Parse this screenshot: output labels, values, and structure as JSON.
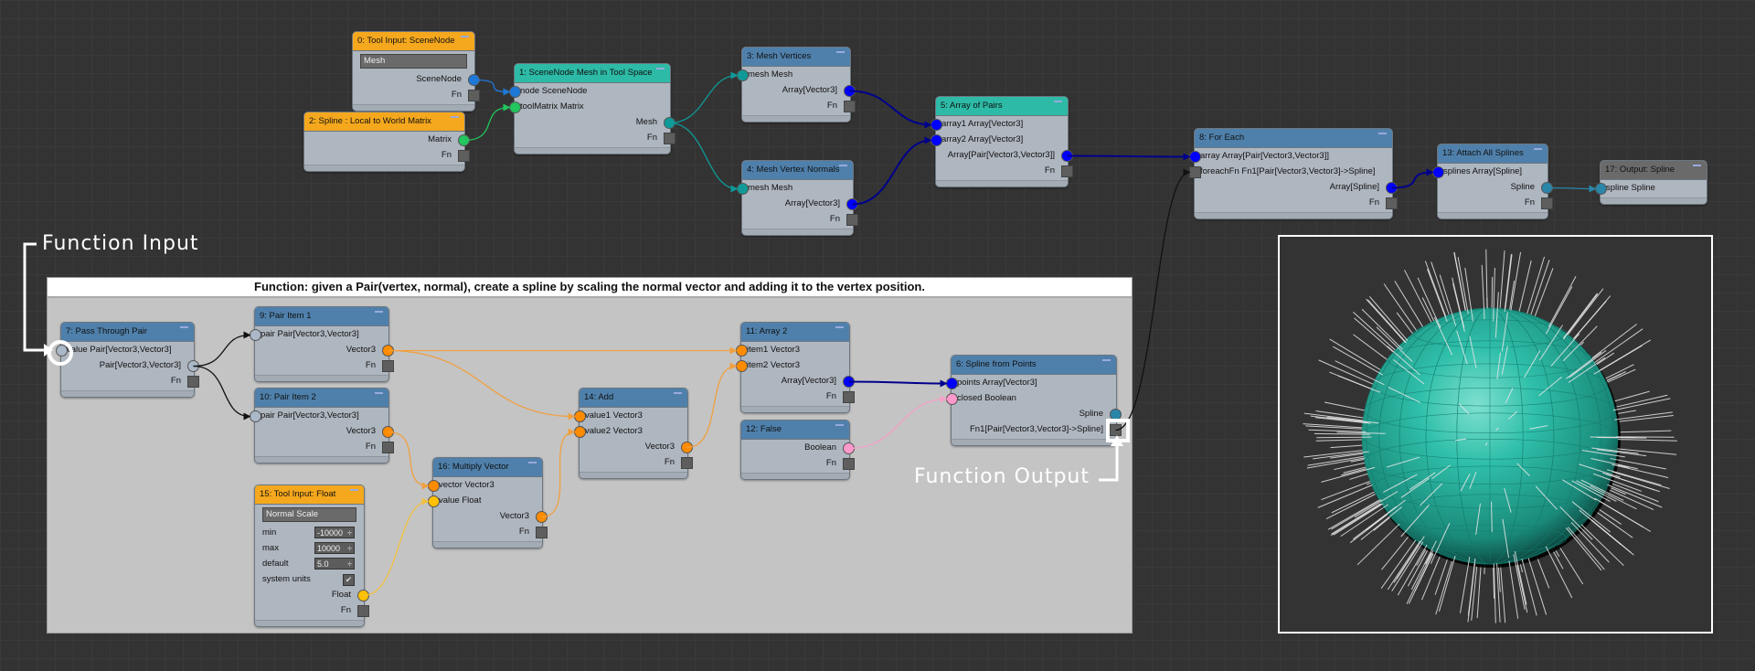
{
  "colors": {
    "canvas": "#333333",
    "header_blue": "#4f80ab",
    "header_teal": "#2dbaa6",
    "header_orange": "#f5a81d",
    "header_gray": "#6a6a6a",
    "port_scenenode": "#1e78d8",
    "port_matrix": "#22c55e",
    "port_mesh": "#0f9a98",
    "port_array": "#0000ff",
    "port_vector3": "#ff8c00",
    "port_float": "#ffc000",
    "port_boolean": "#ff99cc",
    "port_spline": "#2a86a8",
    "port_pair": "#aab8c8"
  },
  "annotations": {
    "function_input": "Function Input",
    "function_output": "Function Output"
  },
  "group": {
    "title": "Function: given a Pair(vertex, normal), create a spline by scaling the normal vector and adding it to the vertex position."
  },
  "nodes": {
    "n0": {
      "title": "0: Tool Input: SceneNode",
      "field": "Mesh",
      "out": "SceneNode",
      "fn": "Fn"
    },
    "n1": {
      "title": "1: SceneNode Mesh in Tool Space",
      "in1": "node SceneNode",
      "in2": "toolMatrix Matrix",
      "out": "Mesh",
      "fn": "Fn"
    },
    "n2": {
      "title": "2: Spline : Local to World Matrix",
      "out": "Matrix",
      "fn": "Fn"
    },
    "n3": {
      "title": "3: Mesh Vertices",
      "in1": "mesh Mesh",
      "out": "Array[Vector3]",
      "fn": "Fn"
    },
    "n4": {
      "title": "4: Mesh Vertex Normals",
      "in1": "mesh Mesh",
      "out": "Array[Vector3]",
      "fn": "Fn"
    },
    "n5": {
      "title": "5: Array of Pairs",
      "in1": "array1 Array[Vector3]",
      "in2": "array2 Array[Vector3]",
      "out": "Array[Pair[Vector3,Vector3]]",
      "fn": "Fn"
    },
    "n8": {
      "title": "8: For Each",
      "in1": "array Array[Pair[Vector3,Vector3]]",
      "in2": "foreachFn Fn1[Pair[Vector3,Vector3]->Spline]",
      "out": "Array[Spline]",
      "fn": "Fn"
    },
    "n13": {
      "title": "13: Attach All Splines",
      "in1": "splines Array[Spline]",
      "out": "Spline",
      "fn": "Fn"
    },
    "n17": {
      "title": "17: Output: Spline",
      "in1": "spline Spline"
    },
    "n7": {
      "title": "7: Pass Through Pair",
      "in1": "value Pair[Vector3,Vector3]",
      "out": "Pair[Vector3,Vector3]",
      "fn": "Fn"
    },
    "n9": {
      "title": "9: Pair Item 1",
      "in1": "pair Pair[Vector3,Vector3]",
      "out": "Vector3",
      "fn": "Fn"
    },
    "n10": {
      "title": "10: Pair Item 2",
      "in1": "pair Pair[Vector3,Vector3]",
      "out": "Vector3",
      "fn": "Fn"
    },
    "n14": {
      "title": "14: Add",
      "in1": "value1 Vector3",
      "in2": "value2 Vector3",
      "out": "Vector3",
      "fn": "Fn"
    },
    "n11": {
      "title": "11: Array 2",
      "in1": "item1 Vector3",
      "in2": "item2 Vector3",
      "out": "Array[Vector3]",
      "fn": "Fn"
    },
    "n12": {
      "title": "12: False",
      "out": "Boolean",
      "fn": "Fn"
    },
    "n6": {
      "title": "6: Spline from Points",
      "in1": "points Array[Vector3]",
      "in2": "closed Boolean",
      "out": "Spline",
      "fn": "Fn1[Pair[Vector3,Vector3]->Spline]"
    },
    "n16": {
      "title": "16: Multiply Vector",
      "in1": "vector Vector3",
      "in2": "value Float",
      "out": "Vector3",
      "fn": "Fn"
    },
    "n15": {
      "title": "15: Tool Input: Float",
      "field": "Normal Scale",
      "min_label": "min",
      "min_value": "-10000",
      "max_label": "max",
      "max_value": "10000",
      "default_label": "default",
      "default_value": "5.0",
      "system_units_label": "system units",
      "system_units_checked": true,
      "out": "Float",
      "fn": "Fn"
    }
  },
  "viewport": {
    "icon": "sphere-with-normal-splines"
  }
}
